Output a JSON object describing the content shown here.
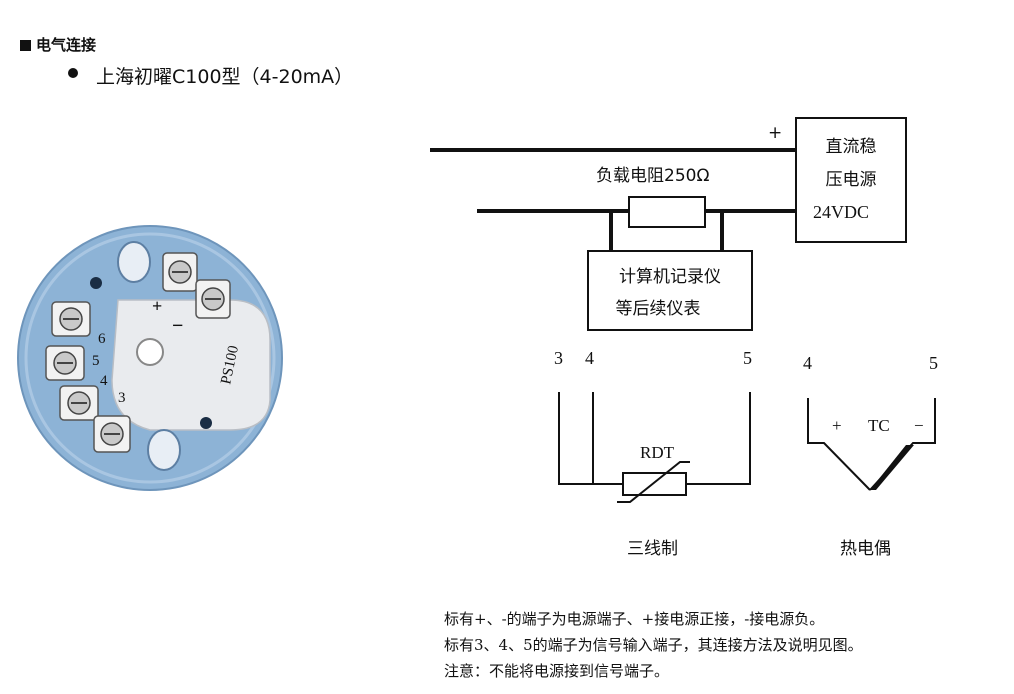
{
  "header": {
    "section_title": "电气连接",
    "model_line": "上海初曜C100型（4-20mA）"
  },
  "module": {
    "terminal_plus": "+",
    "terminal_minus": "−",
    "label_6": "6",
    "label_5": "5",
    "label_4": "4",
    "label_3": "3",
    "brand": "PS100"
  },
  "power_supply": {
    "line1": "直流稳",
    "line2": "压电源",
    "line3": "24VDC",
    "plus": "+"
  },
  "load": {
    "label": "负载电阻250Ω"
  },
  "recorder": {
    "line1": "计算机记录仪",
    "line2": "等后续仪表"
  },
  "rtd": {
    "t3": "3",
    "t4": "4",
    "t5": "5",
    "label": "RDT",
    "caption": "三线制"
  },
  "thermocouple": {
    "t4": "4",
    "t5": "5",
    "plus": "+",
    "label": "TC",
    "minus": "−",
    "caption": "热电偶"
  },
  "notes": [
    "标有+、-的端子为电源端子、+接电源正接，-接电源负。",
    "标有3、4、5的端子为信号输入端子，其连接方法及说明见图。",
    "注意：不能将电源接到信号端子。"
  ],
  "colors": {
    "module_body": "#8db3d6",
    "module_center": "#e9ebee",
    "screw": "#c9c9c9"
  }
}
